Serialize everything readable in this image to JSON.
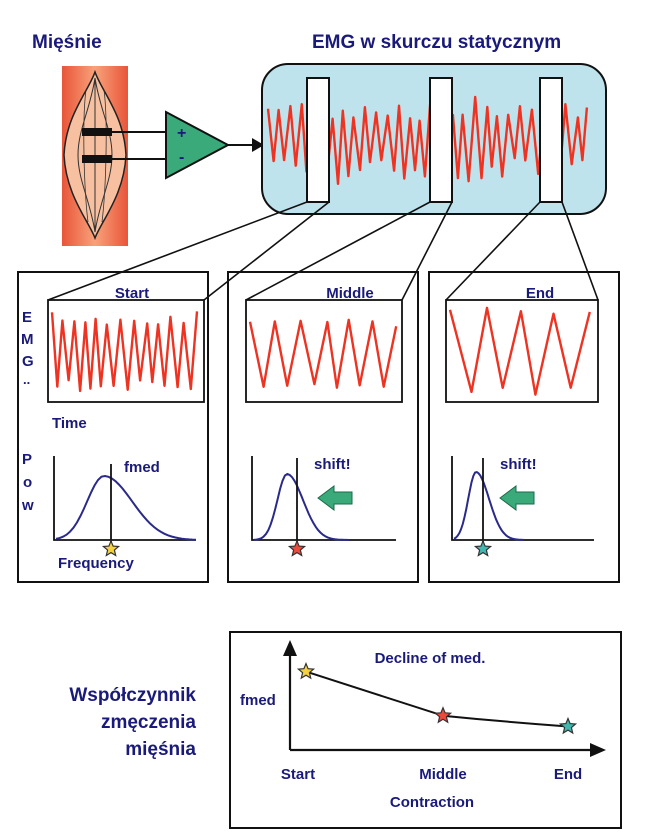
{
  "top": {
    "muscle_label": "Mięśnie",
    "emg_title": "EMG w skurczu statycznym",
    "amp_plus": "+",
    "amp_minus": "-"
  },
  "panels": [
    {
      "title": "Start",
      "shift_label": ""
    },
    {
      "title": "Middle",
      "shift_label": "shift!"
    },
    {
      "title": "End",
      "shift_label": "shift!"
    }
  ],
  "axis_text": {
    "emg_vertical": [
      "E",
      "M",
      "G",
      ".."
    ],
    "time": "Time",
    "pow_vertical": [
      "P",
      "o",
      "w"
    ],
    "fmed": "fmed",
    "frequency": "Frequency"
  },
  "bottom": {
    "caption_lines": [
      "Współczynnik",
      "zmęczenia",
      "mięśnia"
    ],
    "chart_title": "Decline of med.",
    "ylabel": "fmed",
    "xlabel": "Contraction",
    "ticks": [
      "Start",
      "Middle",
      "End"
    ]
  },
  "colors": {
    "signal": "#ee3322",
    "spectrum": "#2a2a8a",
    "box_fill": "#bfe3ec",
    "amp_fill": "#3aaa7a",
    "muscle": "#ee7755",
    "text": "#1a1a7a",
    "star_start": "#f5d040",
    "star_middle": "#ee4a3a",
    "star_end": "#40b8b0"
  },
  "chart_data": {
    "type": "line",
    "title": "Decline of med.",
    "xlabel": "Contraction",
    "ylabel": "fmed",
    "categories": [
      "Start",
      "Middle",
      "End"
    ],
    "values": [
      0.8,
      0.35,
      0.24
    ],
    "ylim": [
      0,
      1
    ]
  }
}
